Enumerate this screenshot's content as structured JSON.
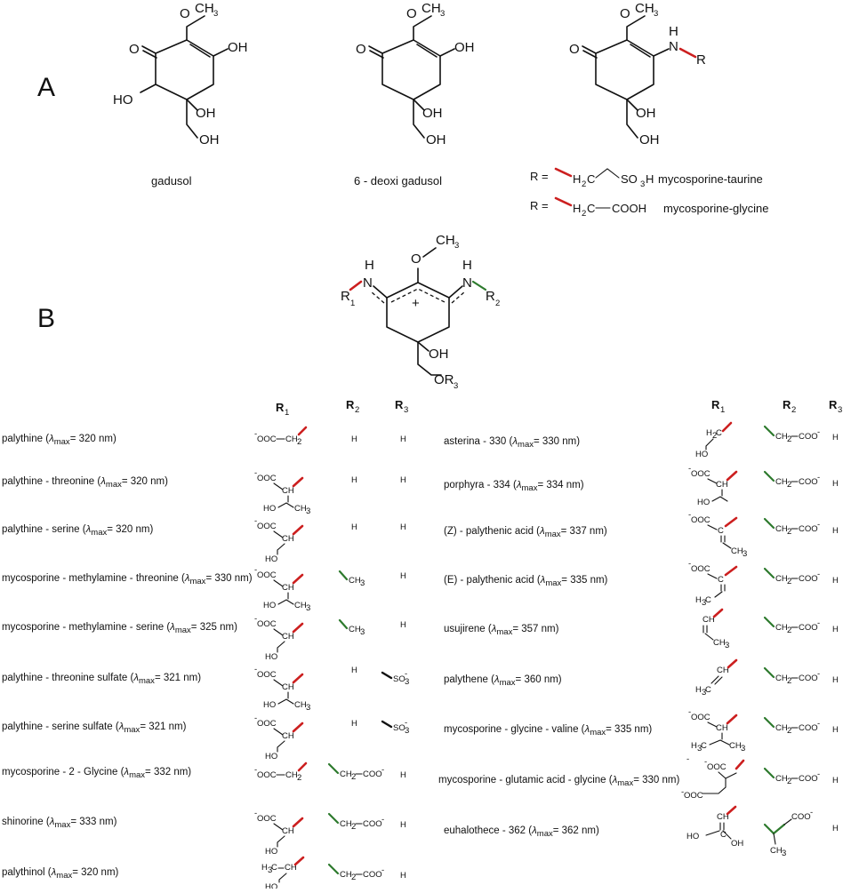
{
  "panel_a": {
    "letter": "A",
    "gadusol": "gadusol",
    "deoxy": "6 - deoxi gadusol",
    "taurine_label": "mycosporine-taurine",
    "glycine_label": "mycosporine-glycine",
    "r_eq": "R =",
    "taurine_group_a": "H",
    "taurine_group_b": "2",
    "taurine_group_c": "C",
    "taurine_group_d": "SO",
    "taurine_group_e": "3",
    "taurine_group_f": "H",
    "glycine_group_a": "H",
    "glycine_group_b": "2",
    "glycine_group_c": "C",
    "glycine_group_d": "COOH"
  },
  "panel_b": {
    "letter": "B",
    "headers": {
      "r1": "R",
      "r2": "R",
      "r3": "R",
      "s1": "1",
      "s2": "2",
      "s3": "3"
    },
    "left_rows": [
      {
        "name": "palythine (",
        "lam": "= 320 nm)",
        "r2": "H",
        "r3": "H"
      },
      {
        "name": "palythine - threonine (",
        "lam": "= 320 nm)",
        "r2": "H",
        "r3": "H"
      },
      {
        "name": "palythine - serine (",
        "lam": "= 320 nm)",
        "r2": "H",
        "r3": "H"
      },
      {
        "name": "mycosporine - methylamine - threonine (",
        "lam": "= 330 nm)",
        "r2": "CH3",
        "r3": "H"
      },
      {
        "name": "mycosporine - methylamine - serine (",
        "lam": "= 325 nm)",
        "r2": "CH3",
        "r3": "H"
      },
      {
        "name": "palythine - threonine sulfate (",
        "lam": "= 321 nm)",
        "r2": "H",
        "r3": "SO3-"
      },
      {
        "name": "palythine - serine sulfate (",
        "lam": "= 321 nm)",
        "r2": "H",
        "r3": "SO3-"
      },
      {
        "name": "mycosporine - 2 - Glycine (",
        "lam": "= 332 nm)",
        "r2": "CH2-COO-",
        "r3": "H"
      },
      {
        "name": "shinorine (",
        "lam": "= 333 nm)",
        "r2": "CH2-COO-",
        "r3": "H"
      },
      {
        "name": "palythinol (",
        "lam": "= 320 nm)",
        "r2": "CH2-COO-",
        "r3": "H"
      }
    ],
    "right_rows": [
      {
        "name": "asterina - 330 (",
        "lam": "= 330 nm)",
        "r2": "CH2-COO-",
        "r3": "H"
      },
      {
        "name": "porphyra - 334 (",
        "lam": "= 334 nm)",
        "r2": "CH2-COO-",
        "r3": "H"
      },
      {
        "name": "(Z) - palythenic acid (",
        "lam": "= 337 nm)",
        "r2": "CH2-COO-",
        "r3": "H"
      },
      {
        "name": "(E) - palythenic acid (",
        "lam": "= 335 nm)",
        "r2": "CH2-COO-",
        "r3": "H"
      },
      {
        "name": "usujirene (",
        "lam": "= 357 nm)",
        "r2": "CH2-COO-",
        "r3": "H"
      },
      {
        "name": "palythene (",
        "lam": "= 360 nm)",
        "r2": "CH2-COO-",
        "r3": "H"
      },
      {
        "name": "mycosporine - glycine - valine (",
        "lam": "= 335 nm)",
        "r2": "CH2-COO-",
        "r3": "H"
      },
      {
        "name": "mycosporine - glutamic acid - glycine  (",
        "lam": "= 330 nm)",
        "r2": "CH2-COO-",
        "r3": "H"
      },
      {
        "name": "euhalothece - 362 (",
        "lam": "= 362 nm)",
        "r2": "COO-",
        "r3": "H"
      }
    ],
    "lambda": "λ",
    "max": "max"
  },
  "colors": {
    "r1_bond": "#cc1f1f",
    "r2_bond": "#2d7a2d",
    "r3_bond": "#111111"
  }
}
